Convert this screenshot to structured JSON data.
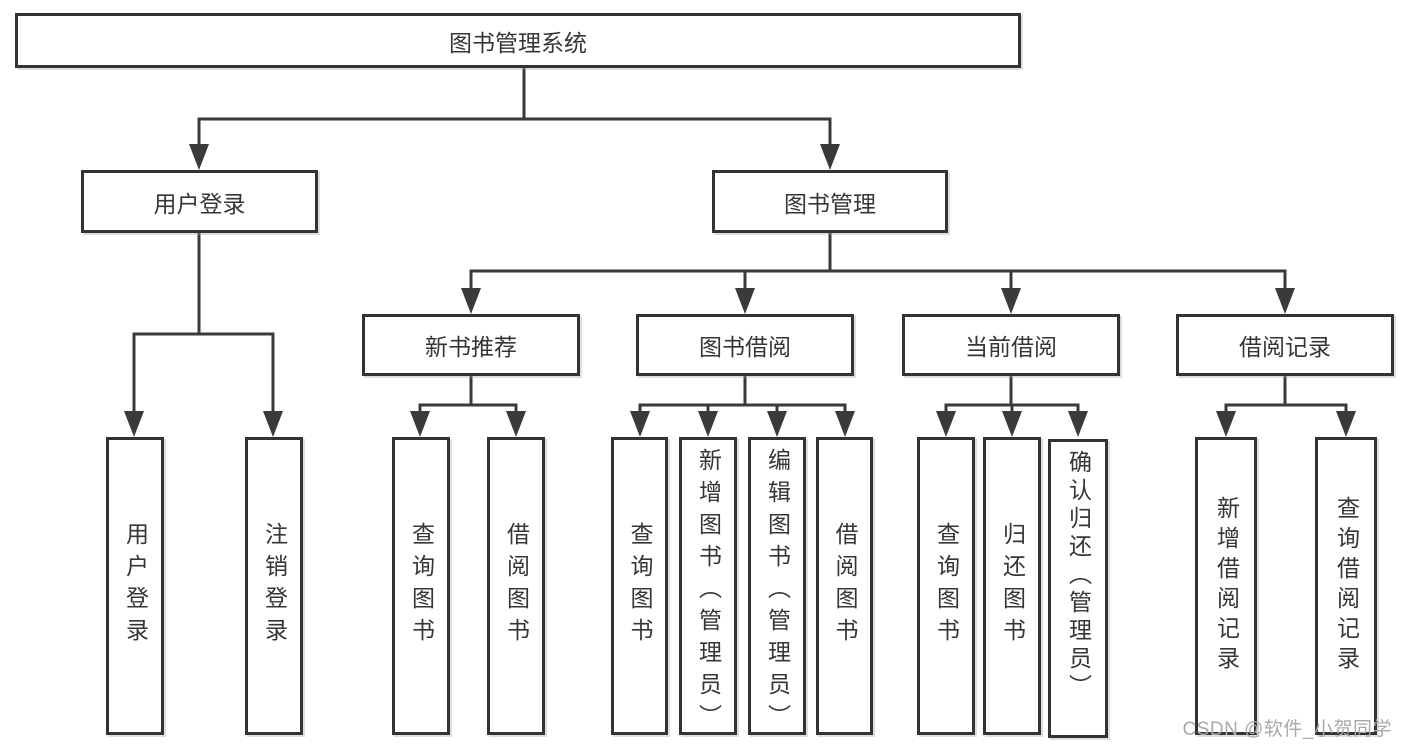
{
  "tree": {
    "root": {
      "label": "图书管理系统"
    },
    "branches": [
      {
        "label": "用户登录",
        "children": [
          {
            "label": "用户登录"
          },
          {
            "label": "注销登录"
          }
        ]
      },
      {
        "label": "图书管理",
        "children": [
          {
            "label": "新书推荐",
            "children": [
              {
                "label": "查询图书"
              },
              {
                "label": "借阅图书"
              }
            ]
          },
          {
            "label": "图书借阅",
            "children": [
              {
                "label": "查询图书"
              },
              {
                "label": "新增图书（管理员）"
              },
              {
                "label": "编辑图书（管理员）"
              },
              {
                "label": "借阅图书"
              }
            ]
          },
          {
            "label": "当前借阅",
            "children": [
              {
                "label": "查询图书"
              },
              {
                "label": "归还图书"
              },
              {
                "label": "确认归还（管理员）"
              }
            ]
          },
          {
            "label": "借阅记录",
            "children": [
              {
                "label": "新增借阅记录"
              },
              {
                "label": "查询借阅记录"
              }
            ]
          }
        ]
      }
    ]
  },
  "watermark": {
    "text": "CSDN @软件_小贺同学"
  },
  "colors": {
    "line": "#3a3a3a",
    "box_border": "#333333",
    "text": "#363636",
    "watermark": "#a9a9a9",
    "background": "#ffffff"
  }
}
